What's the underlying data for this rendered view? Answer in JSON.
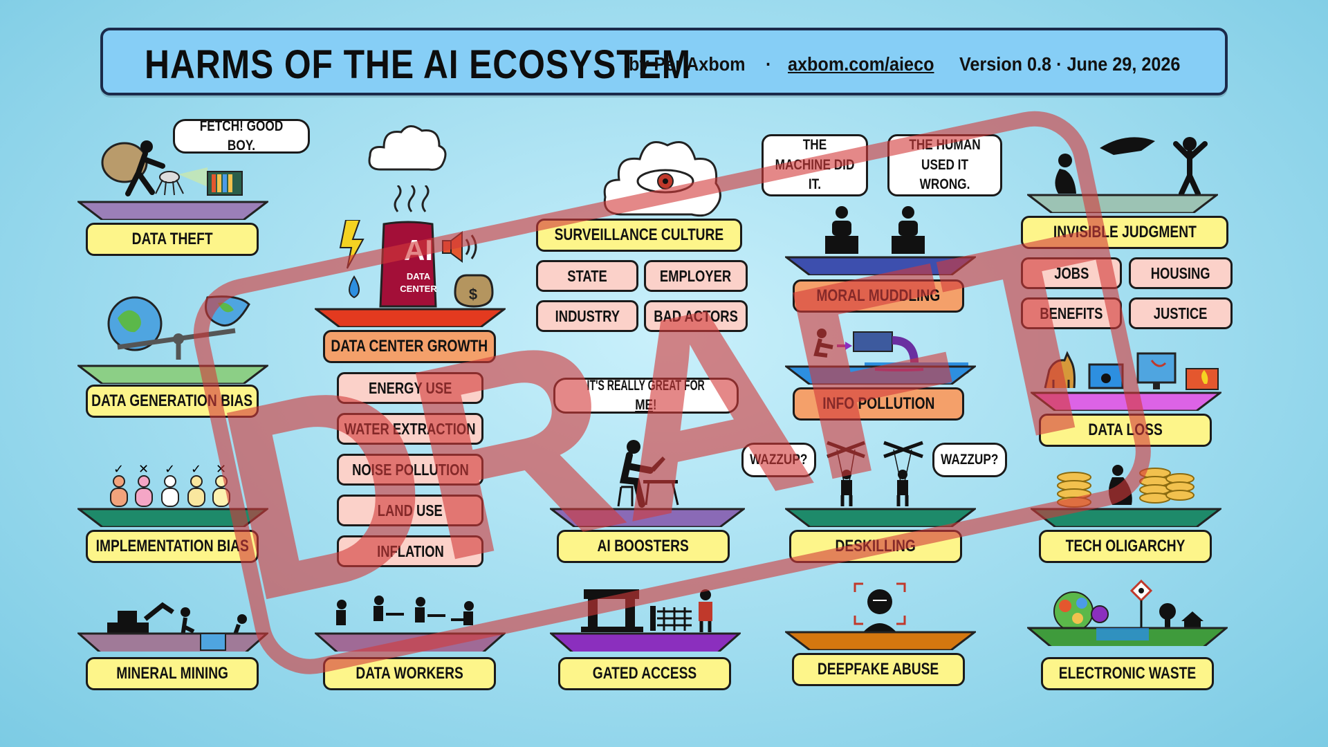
{
  "header": {
    "title": "HARMS OF THE AI ECOSYSTEM",
    "author": "by Per Axbom",
    "separator": "·",
    "link": "axbom.com/aieco",
    "version": "Version 0.8 · June 29, 2026"
  },
  "colors": {
    "label_fill": "#fdf58a",
    "sub_fill": "#fbd1c9",
    "orange_fill": "#f4a06a",
    "header_fill": "#86cef6",
    "stamp": "#d33a3a"
  },
  "col1": {
    "bubble": "FETCH! GOOD BOY.",
    "data_theft": "DATA THEFT",
    "data_generation_bias": "DATA GENERATION BIAS",
    "implementation_bias": "IMPLEMENTATION BIAS",
    "mineral_mining": "MINERAL MINING"
  },
  "col2": {
    "ai_logo": "AI",
    "data_center_text_1": "DATA",
    "data_center_text_2": "CENTER",
    "dollar": "$",
    "data_center_growth": "DATA CENTER GROWTH",
    "subs": [
      "ENERGY USE",
      "WATER EXTRACTION",
      "NOISE POLLUTION",
      "LAND USE",
      "INFLATION"
    ],
    "data_workers": "DATA WORKERS"
  },
  "col3": {
    "surveillance_culture": "SURVEILLANCE CULTURE",
    "subs": [
      "STATE",
      "EMPLOYER",
      "INDUSTRY",
      "BAD ACTORS"
    ],
    "bubble_prefix": "IT'S REALLY GREAT FOR ",
    "bubble_me": "ME",
    "bubble_suffix": "!",
    "ai_boosters": "AI BOOSTERS",
    "gated_access": "GATED ACCESS"
  },
  "col4": {
    "bubble_machine": "THE MACHINE DID IT.",
    "bubble_human": "THE HUMAN USED IT WRONG.",
    "moral_muddling": "MORAL MUDDLING",
    "info_pollution": "INFO POLLUTION",
    "wazzup": "WAZZUP?",
    "deskilling": "DESKILLING",
    "deepfake_abuse": "DEEPFAKE ABUSE"
  },
  "col5": {
    "invisible_judgment": "INVISIBLE JUDGMENT",
    "subs": [
      "JOBS",
      "HOUSING",
      "BENEFITS",
      "JUSTICE"
    ],
    "data_loss": "DATA LOSS",
    "tech_oligarchy": "TECH OLIGARCHY",
    "electronic_waste": "ELECTRONIC WASTE"
  },
  "stamp": {
    "text": "DRAFT"
  },
  "marks": [
    "✓",
    "✕",
    "✓",
    "✓",
    "✕"
  ]
}
